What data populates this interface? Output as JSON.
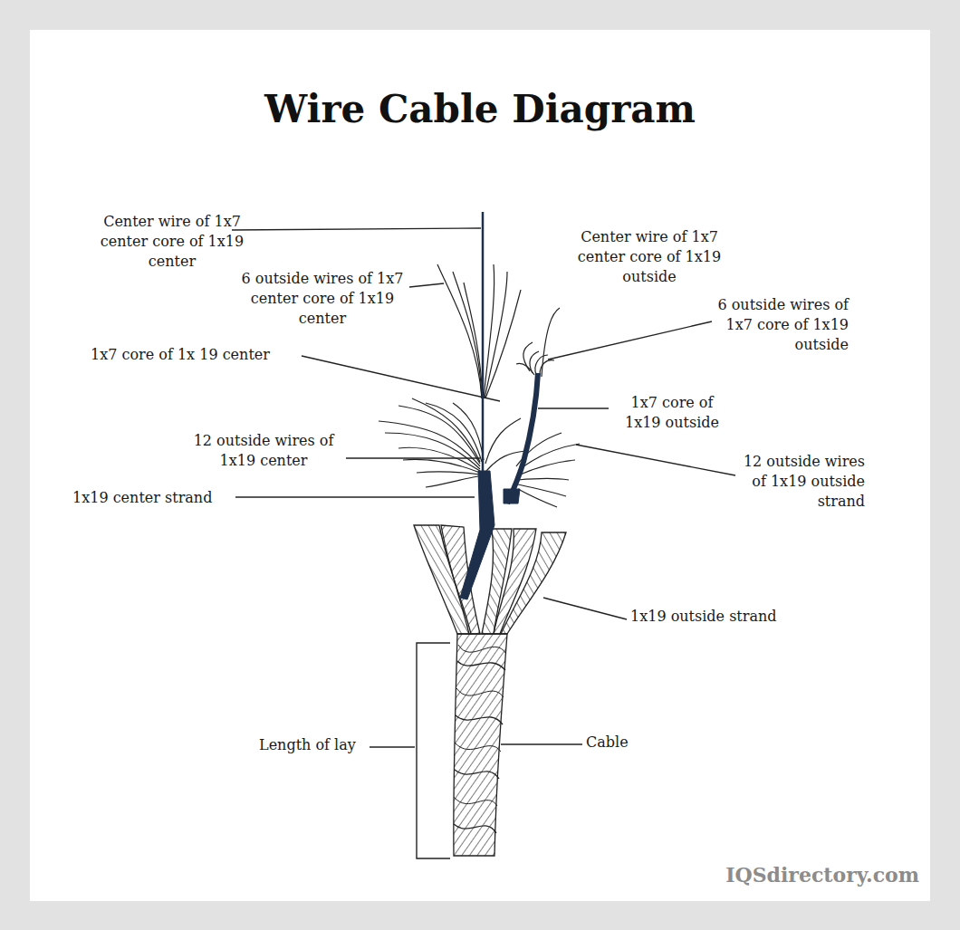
{
  "diagram": {
    "title": "Wire Cable Diagram",
    "labels": [
      "Center wire of 1x7 center core of 1x19 center",
      "6 outside wires of 1x7 center core of 1x19 center",
      "1x7 core of 1x 19 center",
      "12 outside wires of 1x19 center",
      "1x19 center strand",
      "Center wire of 1x7 center core of 1x19 outside",
      "6 outside wires of 1x7 core of 1x19 outside",
      "1x7 core of 1x19 outside",
      "12 outside wires of 1x19 outside strand",
      "1x19 outside strand",
      "Length of lay",
      "Cable",
      "IQSdirectory.com"
    ]
  }
}
